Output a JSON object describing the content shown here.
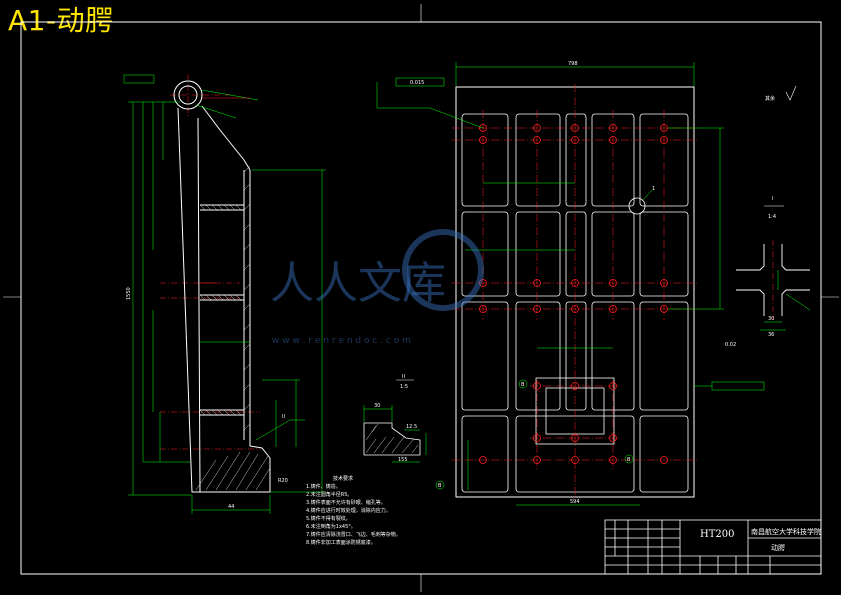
{
  "header": {
    "title": "A1-动腭"
  },
  "drawing": {
    "section_label": "I",
    "section_scale": "1:4",
    "detail_label": "II",
    "detail_scale": "1:5",
    "roughness_note": "其余",
    "callout_1": "1",
    "datum_b_top": "B",
    "datum_b_right": "B",
    "datum_b_bottom": "B",
    "tolerance_right": "0.02",
    "tolerance_top": "0.015",
    "dim_top_width": "798",
    "dim_bottom_width": "594",
    "dim_side_width": "44",
    "dim_left_height": "1550",
    "dim_section_30": "30",
    "dim_section_36": "36",
    "dim_r": "R20",
    "detail_dim_30": "30",
    "detail_dim_155": "155",
    "detail_dim_125": "12.5",
    "tech_req_title": "技术要求",
    "tech_req_lines": [
      "1.铸件、铸造。",
      "2.未注圆角半径R5。",
      "3.铸件表面不允许有砂眼、缩孔等。",
      "4.铸件应进行时效处理，消除内应力。",
      "5.铸件不得有裂纹。",
      "6.未注倒角为1x45°。",
      "7.铸件应清除浇冒口、飞边、毛刺等杂物。",
      "8.铸件非加工表面涂防锈底漆。"
    ]
  },
  "title_block": {
    "material": "HT200",
    "school": "南昌航空大学科技学院",
    "part_name": "动腭"
  },
  "watermark": {
    "cn": "人人文库",
    "url": "w w w . r e n r e n d o c . c o m"
  },
  "colors": {
    "background": "#000000",
    "title": "#ffe600",
    "outline": "#ffffff",
    "dimension": "#00ff00",
    "centerline": "#ff2020",
    "watermark": "#3c78c8"
  }
}
